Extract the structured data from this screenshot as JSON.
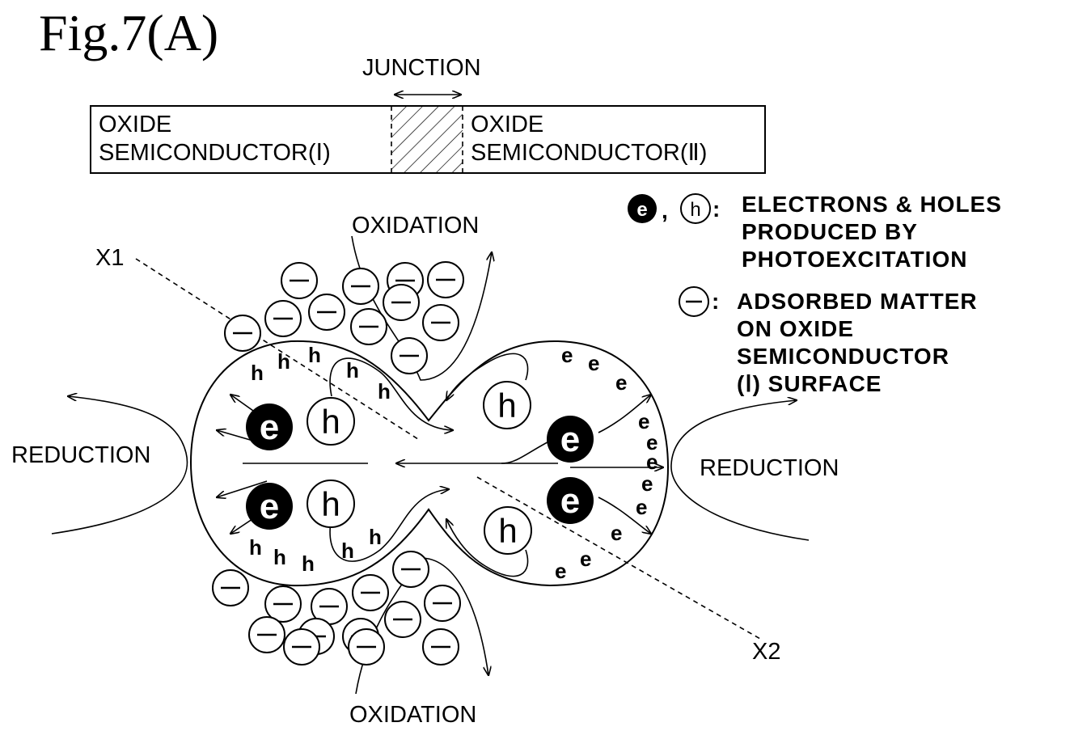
{
  "figure": {
    "title": "Fig.7(A)"
  },
  "bar": {
    "junction_label": "JUNCTION",
    "left_line1": "OXIDE",
    "left_line2": "SEMICONDUCTOR(Ⅰ)",
    "right_line1": "OXIDE",
    "right_line2": "SEMICONDUCTOR(Ⅱ)"
  },
  "labels": {
    "oxidation_top": "OXIDATION",
    "oxidation_bottom": "OXIDATION",
    "reduction_left": "REDUCTION",
    "reduction_right": "REDUCTION",
    "x1": "X1",
    "x2": "X2"
  },
  "symbols": {
    "electron": "e",
    "hole": "h",
    "comma": ","
  },
  "legend": {
    "electrons_holes": {
      "separator": ":",
      "lines": [
        "ELECTRONS & HOLES",
        "PRODUCED BY",
        "PHOTOEXCITATION"
      ]
    },
    "adsorbed": {
      "separator": ":",
      "lines": [
        "ADSORBED MATTER",
        "ON OXIDE",
        "SEMICONDUCTOR",
        "(Ⅰ) SURFACE"
      ]
    }
  }
}
